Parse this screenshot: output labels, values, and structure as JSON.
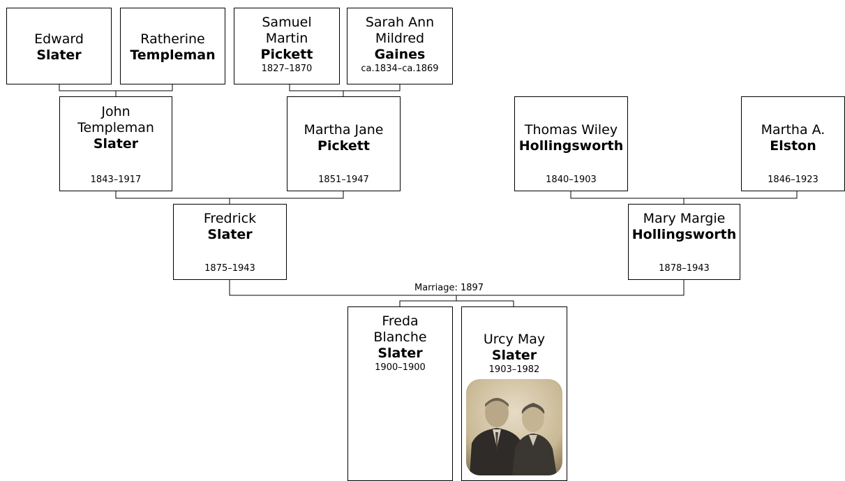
{
  "people": {
    "edward": {
      "given": "Edward",
      "surname": "Slater",
      "dates": ""
    },
    "ratherine": {
      "given": "Ratherine",
      "surname": "Templeman",
      "dates": ""
    },
    "samuel": {
      "given": "Samuel Martin",
      "surname": "Pickett",
      "dates": "1827–1870"
    },
    "sarah": {
      "given": "Sarah Ann Mildred",
      "surname": "Gaines",
      "dates": "ca.1834–ca.1869"
    },
    "john": {
      "given": "John Templeman",
      "surname": "Slater",
      "dates": "1843–1917"
    },
    "martha_jane": {
      "given": "Martha Jane",
      "surname": "Pickett",
      "dates": "1851–1947"
    },
    "thomas": {
      "given": "Thomas Wiley",
      "surname": "Hollingsworth",
      "dates": "1840–1903"
    },
    "martha_a": {
      "given": "Martha A.",
      "surname": "Elston",
      "dates": "1846–1923"
    },
    "fredrick": {
      "given": "Fredrick",
      "surname": "Slater",
      "dates": "1875–1943"
    },
    "mary": {
      "given": "Mary Margie",
      "surname": "Hollingsworth",
      "dates": "1878–1943"
    },
    "freda": {
      "given": "Freda Blanche",
      "surname": "Slater",
      "dates": "1900–1900"
    },
    "urcy": {
      "given": "Urcy May",
      "surname": "Slater",
      "dates": "1903–1982"
    }
  },
  "marriage_label": "Marriage: 1897",
  "colors": {
    "line": "#000000",
    "box_border": "#000000",
    "background": "#ffffff"
  }
}
